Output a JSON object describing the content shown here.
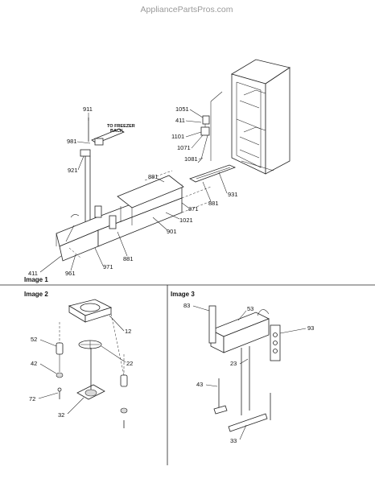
{
  "watermark": "AppliancePartsPros.com",
  "image1": {
    "caption": "Image 1",
    "note_line1": "TO FREEZER",
    "note_line2": "BACK",
    "callouts": [
      "911",
      "981",
      "921",
      "1051",
      "411",
      "1101",
      "1071",
      "1081",
      "881",
      "871",
      "931",
      "881",
      "1021",
      "901",
      "881",
      "971",
      "411",
      "961"
    ]
  },
  "image2": {
    "caption": "Image 2",
    "callouts": [
      "12",
      "52",
      "22",
      "42",
      "72",
      "32"
    ]
  },
  "image3": {
    "caption": "Image 3",
    "callouts": [
      "83",
      "53",
      "93",
      "23",
      "43",
      "33"
    ]
  }
}
